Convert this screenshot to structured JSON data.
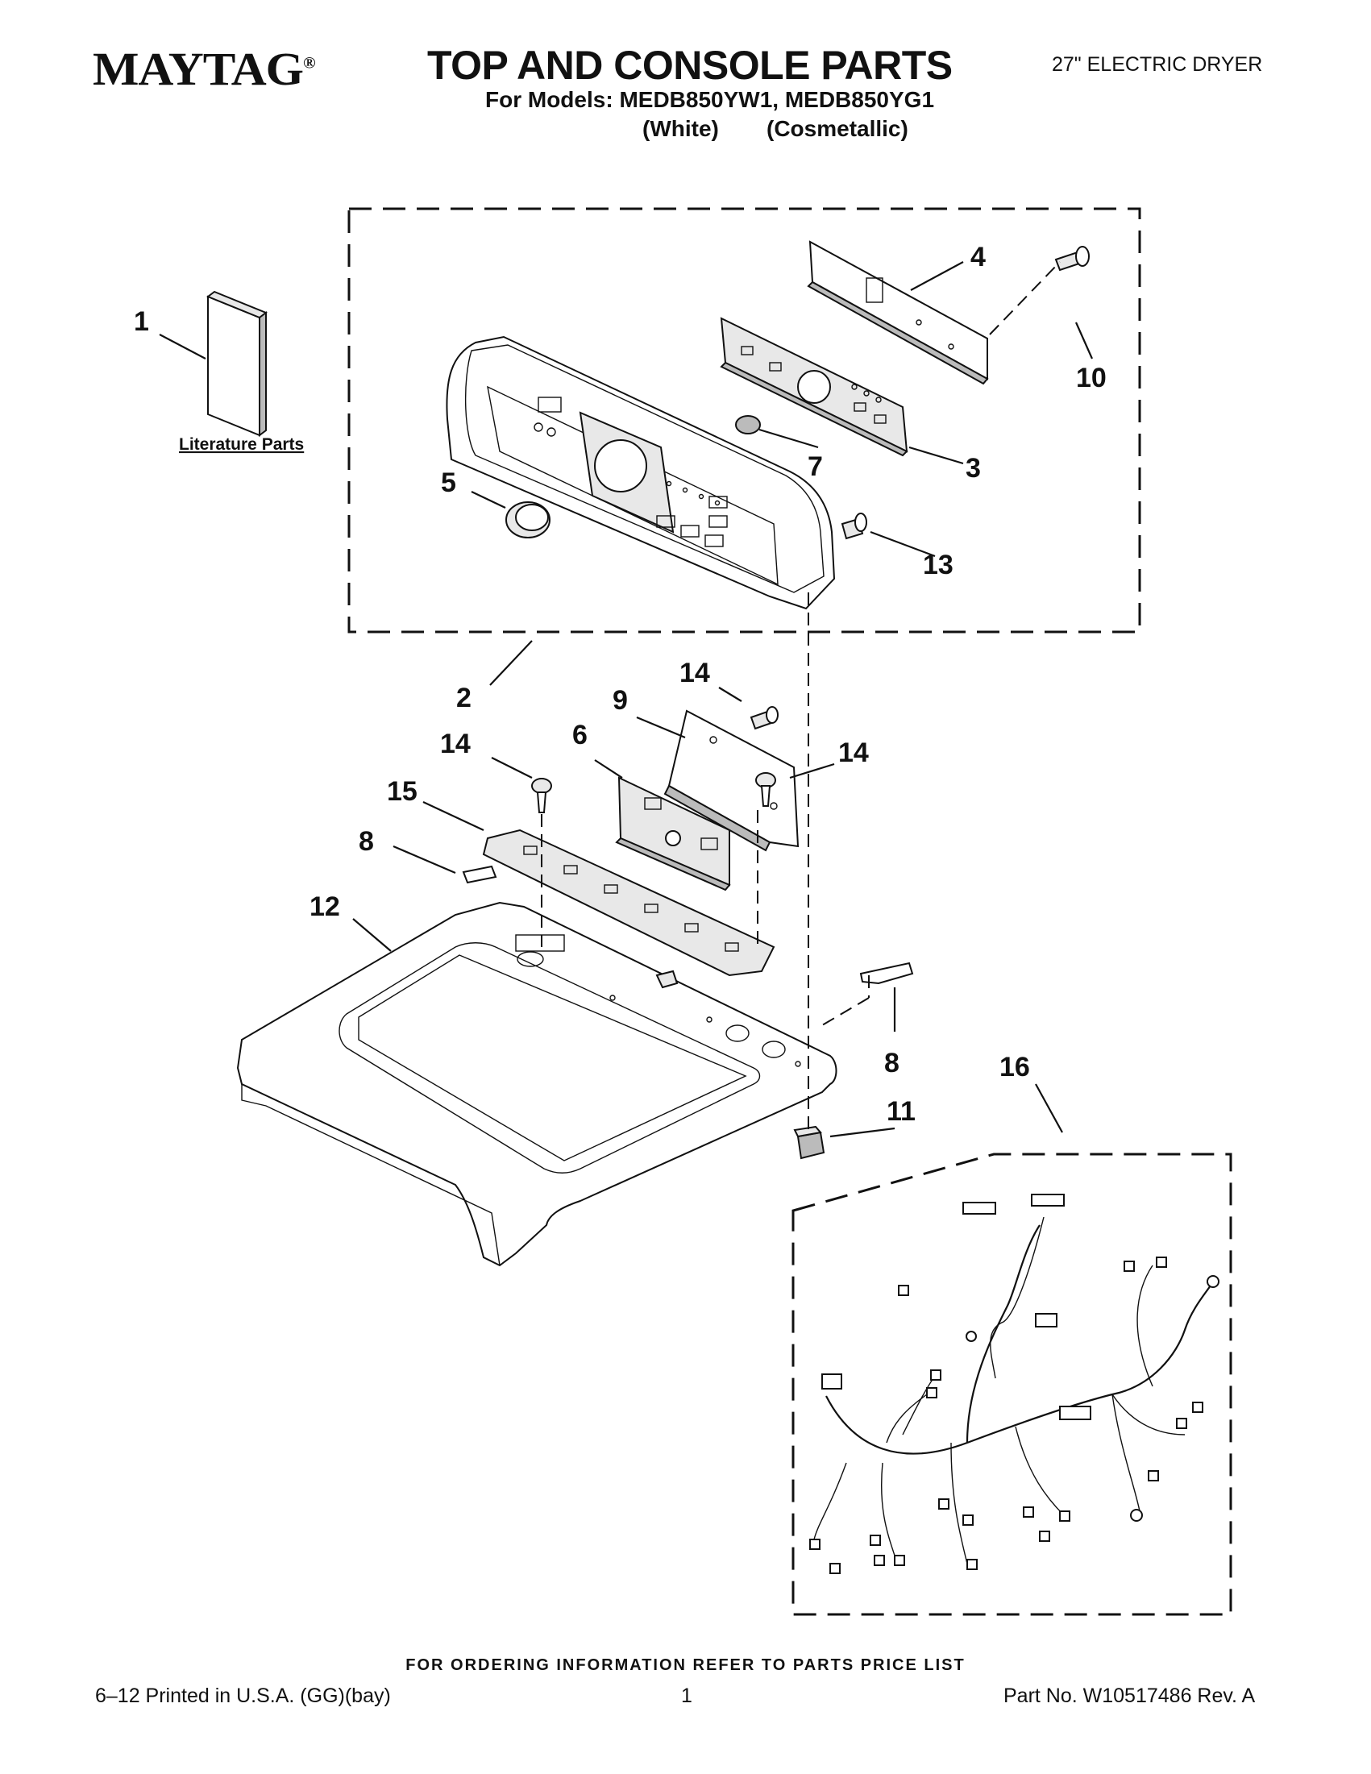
{
  "header": {
    "brand": "MAYTAG",
    "brand_mark": "®",
    "title": "TOP AND CONSOLE PARTS",
    "product": "27\" ELECTRIC DRYER",
    "models_line": "For Models: MEDB850YW1, MEDB850YG1",
    "variant_1": "(White)",
    "variant_2": "(Cosmetallic)"
  },
  "diagram": {
    "literature_label": "Literature Parts",
    "callouts": {
      "c1": "1",
      "c2": "2",
      "c3": "3",
      "c4": "4",
      "c5": "5",
      "c6": "6",
      "c7": "7",
      "c8a": "8",
      "c8b": "8",
      "c9": "9",
      "c10": "10",
      "c11": "11",
      "c12": "12",
      "c13": "13",
      "c14a": "14",
      "c14b": "14",
      "c14c": "14",
      "c15": "15",
      "c16": "16"
    }
  },
  "footer": {
    "ordering_note": "FOR ORDERING INFORMATION REFER TO PARTS PRICE LIST",
    "print_info": "6–12 Printed in U.S.A. (GG)(bay)",
    "page_number": "1",
    "part_number": "Part No. W10517486 Rev. A"
  }
}
